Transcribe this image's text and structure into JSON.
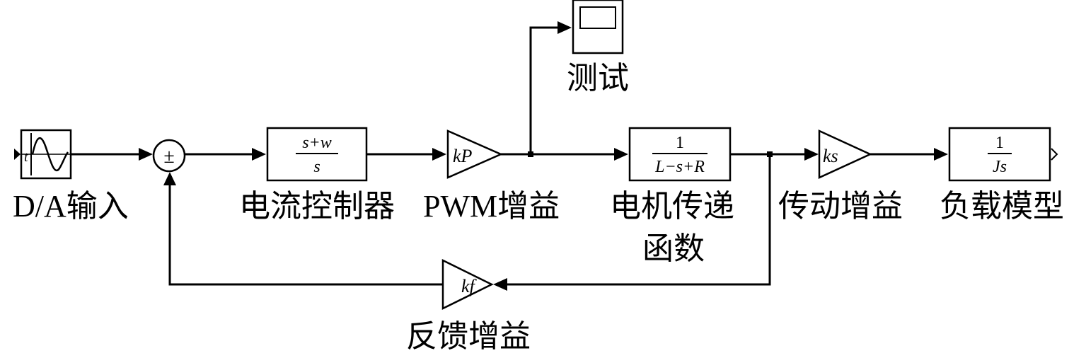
{
  "blocks": {
    "source": {
      "label": "D/A输入",
      "glyph": "t"
    },
    "sum": {
      "label": "±"
    },
    "controller": {
      "label": "电流控制器",
      "numerator": "s+w",
      "denominator": "s"
    },
    "pwm": {
      "label": "PWM增益",
      "gain": "kP"
    },
    "scope": {
      "label": "测试"
    },
    "motor": {
      "label_line1": "电机传递",
      "label_line2": "函数",
      "numerator": "1",
      "denominator": "L−s+R"
    },
    "drive": {
      "label": "传动增益",
      "gain": "ks"
    },
    "load": {
      "label": "负载模型",
      "numerator": "1",
      "denominator": "Js"
    },
    "feedback": {
      "label": "反馈增益",
      "gain": "kf"
    }
  },
  "colors": {
    "ink": "#000000",
    "background": "#ffffff"
  }
}
